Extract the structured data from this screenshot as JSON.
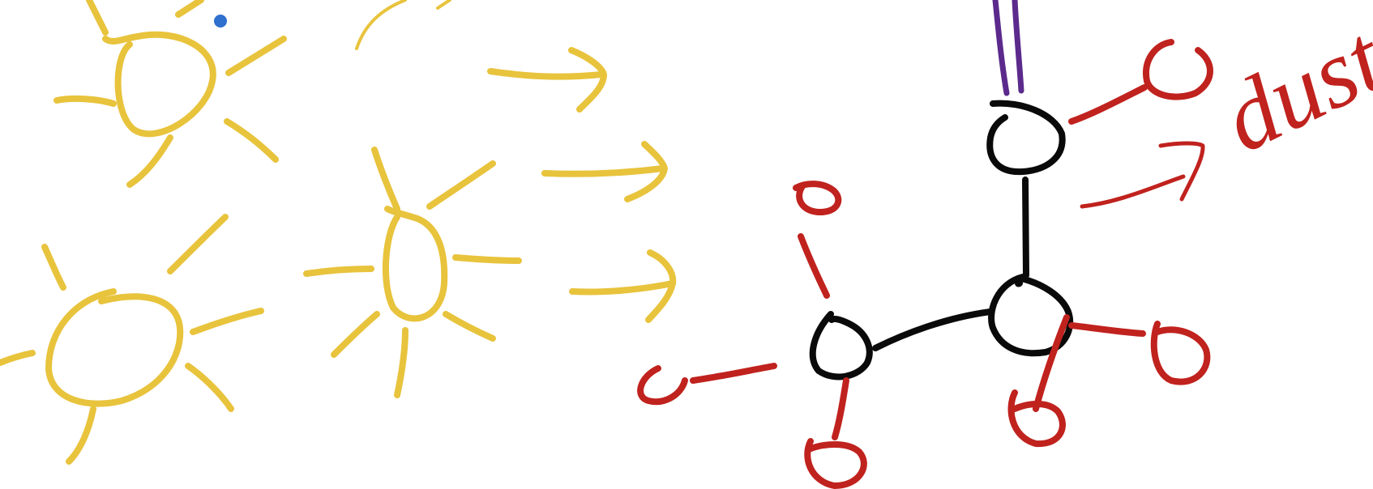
{
  "canvas": {
    "background": "#ffffff"
  },
  "colors": {
    "sun": "#e8c33c",
    "arrow": "#e8c33c",
    "molecule_core": "#0a0a0a",
    "molecule_lobes": "#c0221e",
    "double_bond": "#5b2a8c",
    "annotation": "#c0221e",
    "pen_dot": "#2f6fce"
  },
  "labels": {
    "annotation_text": "dust"
  },
  "icons": {
    "sun": "sun-icon",
    "arrow": "right-arrow-icon"
  },
  "counts": {
    "suns": 3,
    "arrows": 3
  }
}
